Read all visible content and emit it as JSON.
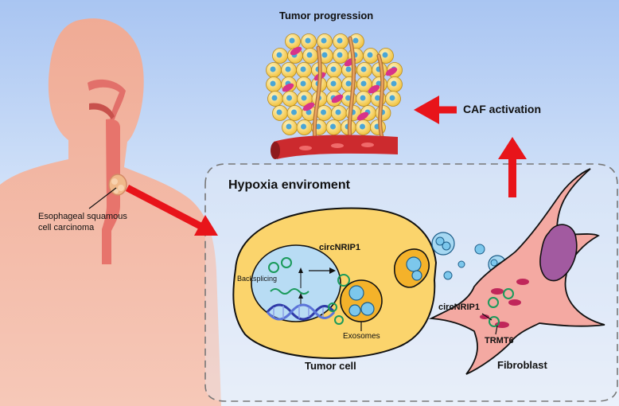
{
  "labels": {
    "tumor_progression": "Tumor progression",
    "caf_activation": "CAF activation",
    "hypoxia_environment": "Hypoxia enviroment",
    "esophageal_line1": "Esophageal squamous",
    "esophageal_line2": "cell carcinoma",
    "circnrip1_tumor": "circNRIP1",
    "backsplicing": "Backsplicing",
    "exosomes": "Exosomes",
    "tumor_cell": "Tumor cell",
    "circnrip1_fibroblast": "circNRIP1",
    "trmt6": "TRMT6",
    "fibroblast": "Fibroblast"
  },
  "colors": {
    "arrow_red": "#e8141a",
    "tumor_cell": "#fbd46c",
    "fibroblast": "#f4a9a2",
    "nucleus": "#b8dcf4",
    "body": "#f2b9a8"
  }
}
